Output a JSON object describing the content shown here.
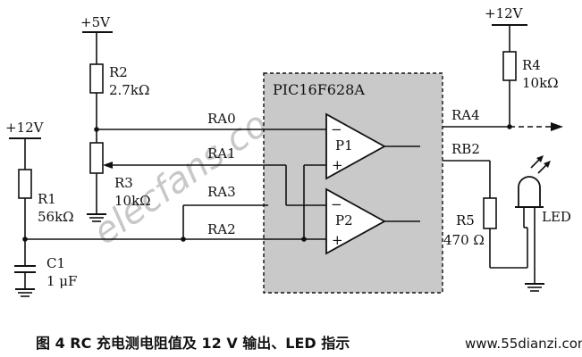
{
  "chip": {
    "name": "PIC16F628A"
  },
  "supplies": {
    "v5": "+5V",
    "v12_left": "+12V",
    "v12_right": "+12V"
  },
  "resistors": {
    "r1": {
      "name": "R1",
      "value": "56kΩ"
    },
    "r2": {
      "name": "R2",
      "value": "2.7kΩ"
    },
    "r3": {
      "name": "R3",
      "value": "10kΩ"
    },
    "r4": {
      "name": "R4",
      "value": "10kΩ"
    },
    "r5": {
      "name": "R5",
      "value": "470 Ω"
    }
  },
  "capacitor": {
    "name": "C1",
    "value": "1 μF"
  },
  "pins": {
    "ra0": "RA0",
    "ra1": "RA1",
    "ra2": "RA2",
    "ra3": "RA3",
    "ra4": "RA4",
    "rb2": "RB2"
  },
  "comparators": {
    "p1": {
      "name": "P1",
      "minus": "−",
      "plus": "+"
    },
    "p2": {
      "name": "P2",
      "minus": "−",
      "plus": "+"
    }
  },
  "led": {
    "label": "LED"
  },
  "watermark": "elecfans.com",
  "caption": "图 4   RC 充电测电阻值及 12 V 输出、LED 指示",
  "site": "www.55dianzi.com"
}
